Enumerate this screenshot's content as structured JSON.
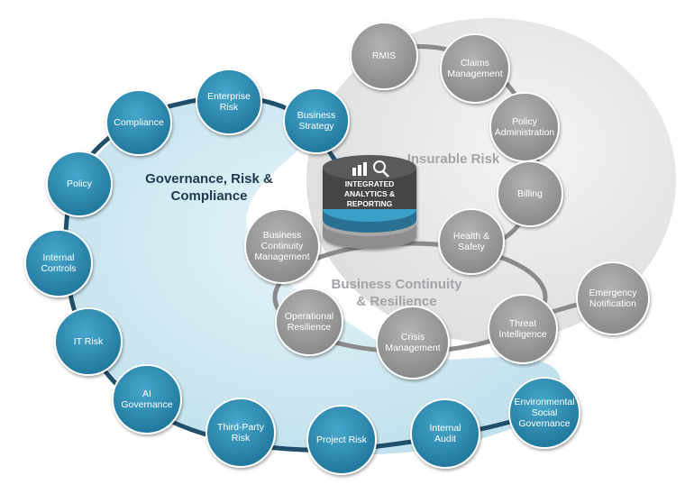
{
  "regions": {
    "grc": {
      "title_line1": "Governance, Risk &",
      "title_line2": "Compliance"
    },
    "insurable": {
      "title": "Insurable Risk"
    },
    "bcr": {
      "title_line1": "Business Continuity",
      "title_line2": "& Resilience"
    }
  },
  "hub": {
    "line1": "INTEGRATED",
    "line2": "ANALYTICS &",
    "line3": "REPORTING",
    "icon": "analytics-chart-magnifier-icon"
  },
  "colors": {
    "blue_node": "#2a8cb2",
    "blue_ring": "#1f4f6a",
    "gray_node": "#9a9a9a",
    "gray_ring": "#8a8a8a"
  },
  "nodes": [
    {
      "id": "compliance",
      "lines": [
        "Compliance"
      ],
      "style": "blue"
    },
    {
      "id": "enterprise-risk",
      "lines": [
        "Enterprise",
        "Risk"
      ],
      "style": "blue"
    },
    {
      "id": "business-strategy",
      "lines": [
        "Business",
        "Strategy"
      ],
      "style": "blue"
    },
    {
      "id": "policy",
      "lines": [
        "Policy"
      ],
      "style": "blue"
    },
    {
      "id": "internal-controls",
      "lines": [
        "Internal",
        "Controls"
      ],
      "style": "blue"
    },
    {
      "id": "it-risk",
      "lines": [
        "IT Risk"
      ],
      "style": "blue"
    },
    {
      "id": "ai-governance",
      "lines": [
        "AI",
        "Governance"
      ],
      "style": "blue"
    },
    {
      "id": "third-party-risk",
      "lines": [
        "Third-Party",
        "Risk"
      ],
      "style": "blue"
    },
    {
      "id": "project-risk",
      "lines": [
        "Project Risk"
      ],
      "style": "blue"
    },
    {
      "id": "internal-audit",
      "lines": [
        "Internal",
        "Audit"
      ],
      "style": "blue"
    },
    {
      "id": "environmental-social-governance",
      "lines": [
        "Environmental",
        "Social",
        "Governance"
      ],
      "style": "blue"
    },
    {
      "id": "rmis",
      "lines": [
        "RMIS"
      ],
      "style": "gray"
    },
    {
      "id": "claims-management",
      "lines": [
        "Claims",
        "Management"
      ],
      "style": "gray"
    },
    {
      "id": "policy-administration",
      "lines": [
        "Policy",
        "Administration"
      ],
      "style": "gray"
    },
    {
      "id": "billing",
      "lines": [
        "Billing"
      ],
      "style": "gray"
    },
    {
      "id": "health-safety",
      "lines": [
        "Health &",
        "Safety"
      ],
      "style": "gray"
    },
    {
      "id": "business-continuity-management",
      "lines": [
        "Business",
        "Continuity",
        "Management"
      ],
      "style": "gray"
    },
    {
      "id": "operational-resilience",
      "lines": [
        "Operational",
        "Resilience"
      ],
      "style": "gray"
    },
    {
      "id": "crisis-management",
      "lines": [
        "Crisis",
        "Management"
      ],
      "style": "gray"
    },
    {
      "id": "threat-intelligence",
      "lines": [
        "Threat",
        "Intelligence"
      ],
      "style": "gray"
    },
    {
      "id": "emergency-notification",
      "lines": [
        "Emergency",
        "Notification"
      ],
      "style": "gray"
    }
  ]
}
